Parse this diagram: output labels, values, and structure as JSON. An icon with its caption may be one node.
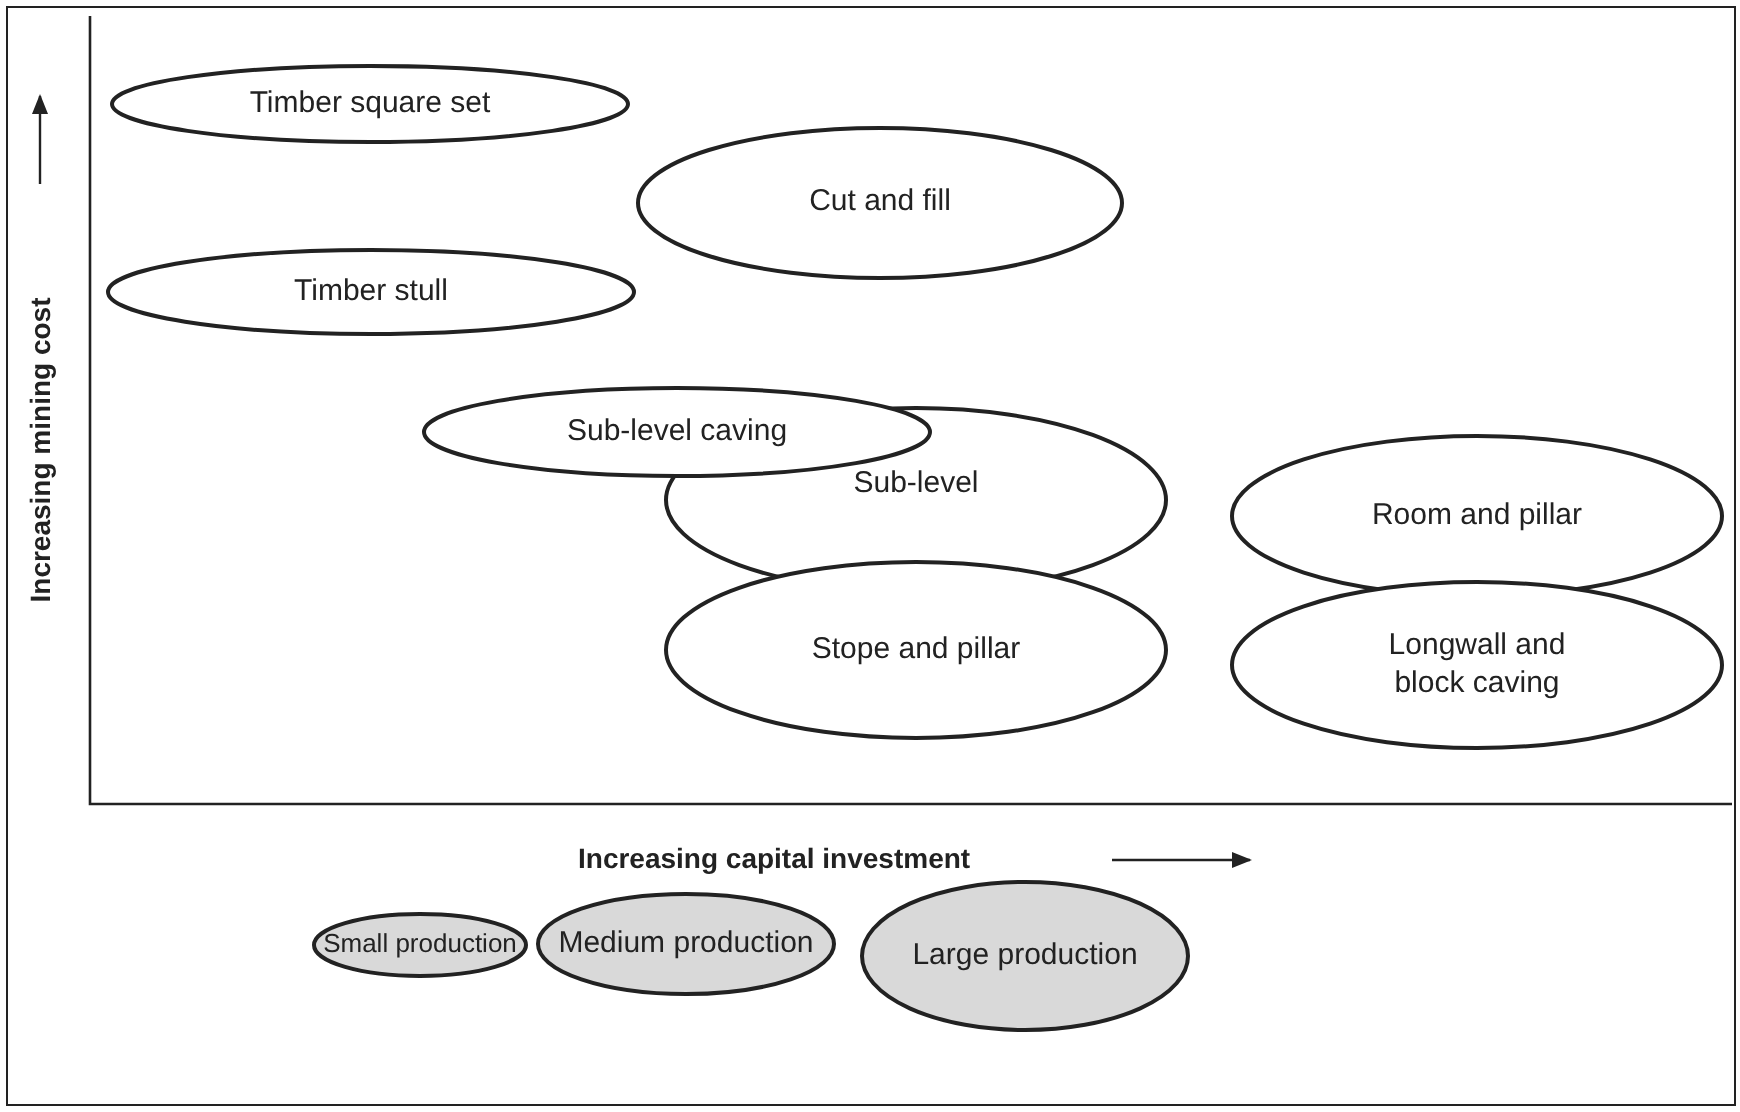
{
  "diagram": {
    "nodes": [
      {
        "text": [
          "Timber square set"
        ]
      },
      {
        "text": [
          "Cut and fill"
        ]
      },
      {
        "text": [
          "Timber stull"
        ]
      },
      {
        "text": [
          "Sub-level caving"
        ]
      },
      {
        "text": [
          "Sub-level"
        ]
      },
      {
        "text": [
          "Room and pillar"
        ]
      },
      {
        "text": [
          "Stope and pillar"
        ]
      },
      {
        "text": [
          "Longwall and block caving"
        ]
      },
      {
        "text": [
          "Small production"
        ]
      },
      {
        "text": [
          "Medium production"
        ]
      },
      {
        "text": [
          "Large production"
        ]
      }
    ],
    "edges": [],
    "labels": [
      "Increasing mining cost",
      "Increasing capital investment"
    ]
  }
}
